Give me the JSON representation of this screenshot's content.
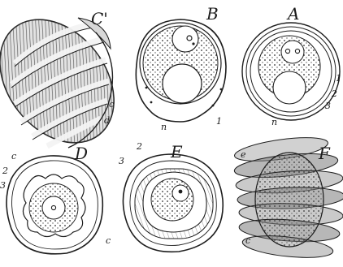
{
  "figures": {
    "A": {
      "letter": "A",
      "labels": {
        "n": "n",
        "l1": "1",
        "l2": "2",
        "l3": "3"
      }
    },
    "B": {
      "letter": "B",
      "labels": {
        "n": "n",
        "l1": "1"
      }
    },
    "C": {
      "letter": "C'",
      "labels": {
        "c": "c",
        "d": "d"
      }
    },
    "D": {
      "letter": "D",
      "labels": {
        "c_top": "c",
        "c_bottom": "c",
        "l2": "2",
        "l3": "3"
      }
    },
    "E": {
      "letter": "E",
      "labels": {
        "l2": "2",
        "l3": "3"
      }
    },
    "F": {
      "letter": "F",
      "labels": {
        "e": "e",
        "c": "c"
      }
    }
  },
  "colors": {
    "ink": "#1e1e1e",
    "shade": "#6f6f6f",
    "paper": "#ffffff"
  }
}
